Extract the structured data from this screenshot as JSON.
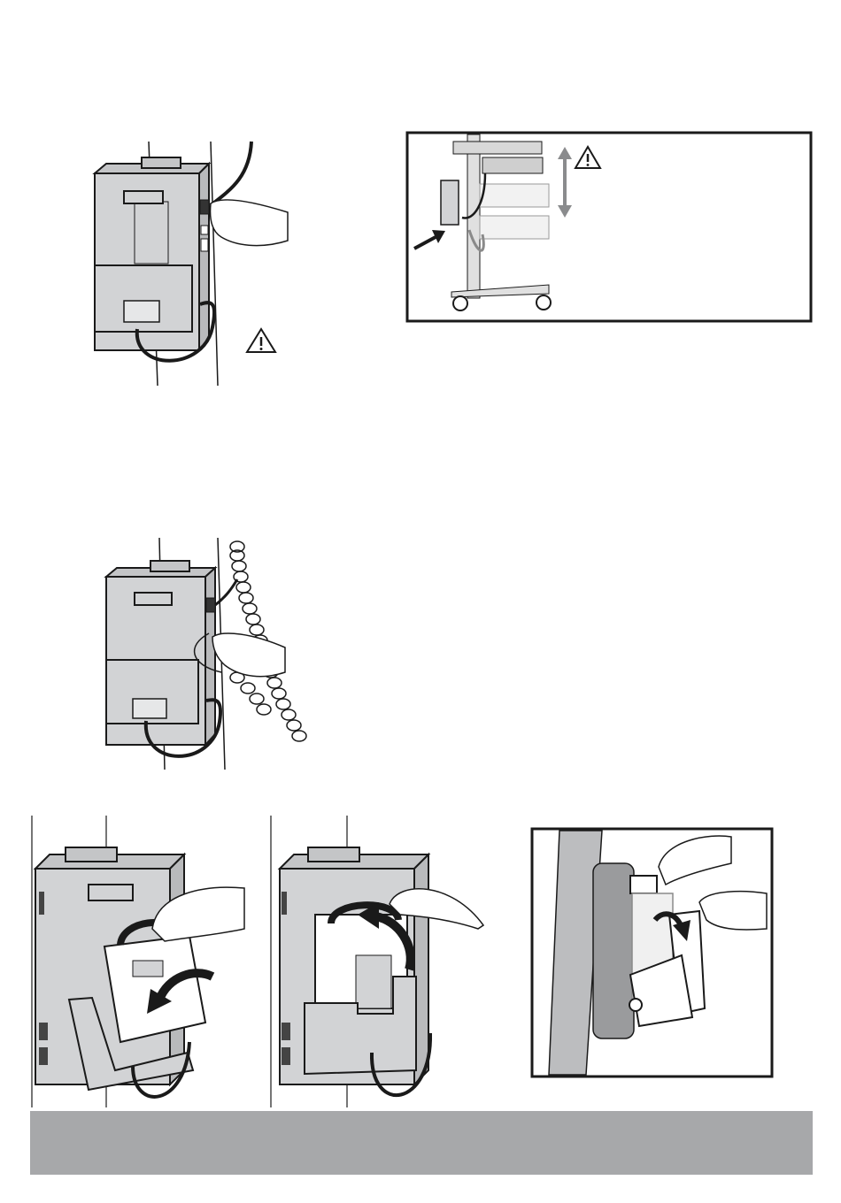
{
  "page": {
    "background": "#ffffff",
    "line_color": "#1a1a1a",
    "device_fill": "#d2d3d5",
    "footer_band_color": "#a7a8aa"
  },
  "figures": [
    {
      "id": "fig-plug-power-cable",
      "icons": [
        "warning-icon",
        "hand-icon",
        "power-cable-icon"
      ]
    },
    {
      "id": "fig-cart-height-adjust",
      "icons": [
        "warning-icon",
        "double-arrow-icon",
        "pointer-arrow-icon"
      ]
    },
    {
      "id": "fig-coiled-cable-connect",
      "icons": [
        "coiled-cable-icon",
        "hand-icon"
      ]
    },
    {
      "id": "fig-insert-battery",
      "icons": [
        "curved-arrow-icon",
        "hand-icon"
      ]
    },
    {
      "id": "fig-remove-battery",
      "icons": [
        "curved-arrow-icon",
        "hand-icon"
      ]
    },
    {
      "id": "fig-side-view-battery",
      "icons": [
        "curved-arrow-icon",
        "hand-icon"
      ]
    }
  ]
}
